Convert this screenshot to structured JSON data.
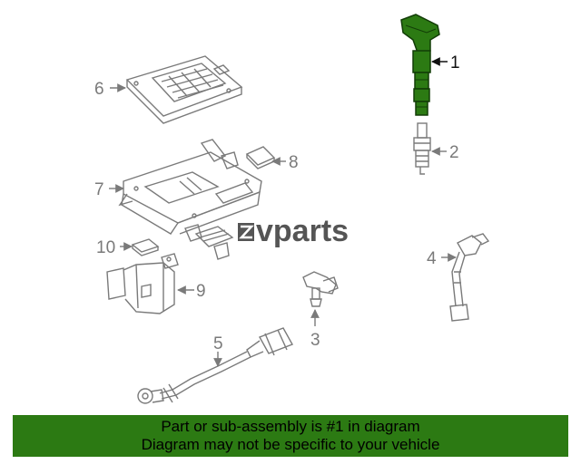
{
  "diagram": {
    "callouts": [
      "1",
      "2",
      "3",
      "4",
      "5",
      "6",
      "7",
      "8",
      "9",
      "10"
    ],
    "highlighted_part": "1",
    "highlight_color": "#2c7a13",
    "line_color": "#7a7a7a"
  },
  "watermark": {
    "text": "vparts",
    "logo_icon": "zv-logo-icon"
  },
  "banner": {
    "line1": "Part or sub-assembly is #1 in diagram",
    "line2": "Diagram may not be specific to your vehicle",
    "background": "#2c7a13"
  }
}
